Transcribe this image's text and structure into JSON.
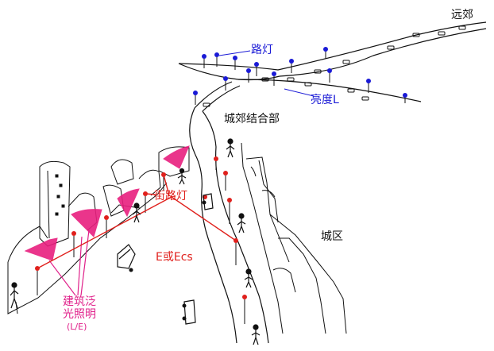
{
  "labels": {
    "suburb": "远郊",
    "street_lamp": "路灯",
    "brightness": "亮度L",
    "urban_fringe": "城郊结合部",
    "downtown_lamp": "街路灯",
    "downtown": "城区",
    "illuminance": "E或Ecs",
    "floodlight_line1": "建筑泛",
    "floodlight_line2": "光照明",
    "floodlight_line3": "(L/E)"
  },
  "colors": {
    "ink": "#111111",
    "blue": "#1a1ad6",
    "red": "#e0201c",
    "magenta": "#e0208a"
  }
}
